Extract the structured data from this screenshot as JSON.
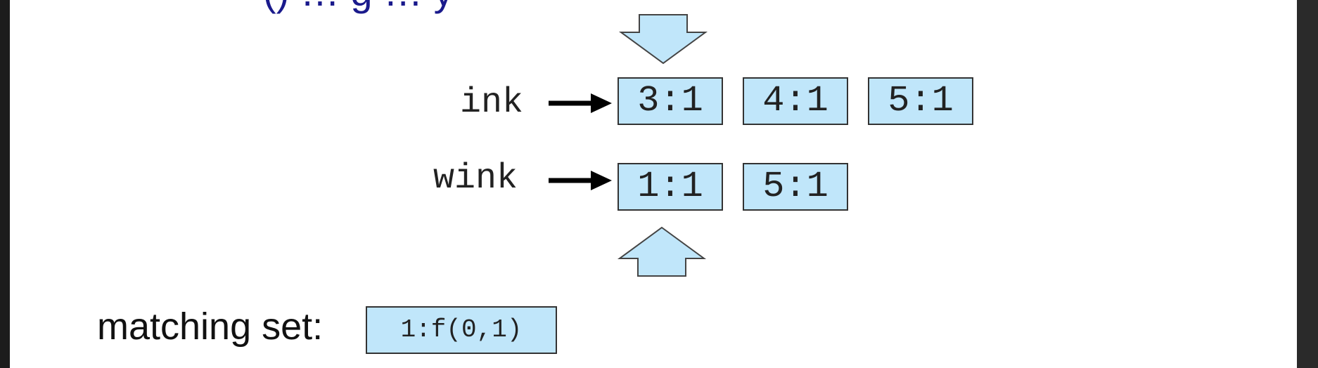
{
  "title_fragment": "() … g … y",
  "terms": [
    {
      "term": "ink",
      "postings": [
        "3:1",
        "4:1",
        "5:1"
      ]
    },
    {
      "term": "wink",
      "postings": [
        "1:1",
        "5:1"
      ]
    }
  ],
  "matching_set": {
    "label": "matching set:",
    "value": "1:f(0,1)"
  },
  "colors": {
    "posting_fill": "#c0e6fa",
    "border": "#333333",
    "title_text": "#1a1a8c"
  },
  "icons": {
    "cursor_top": "down-arrow-icon",
    "cursor_bottom": "up-arrow-icon",
    "term_pointer": "right-arrow-icon"
  }
}
